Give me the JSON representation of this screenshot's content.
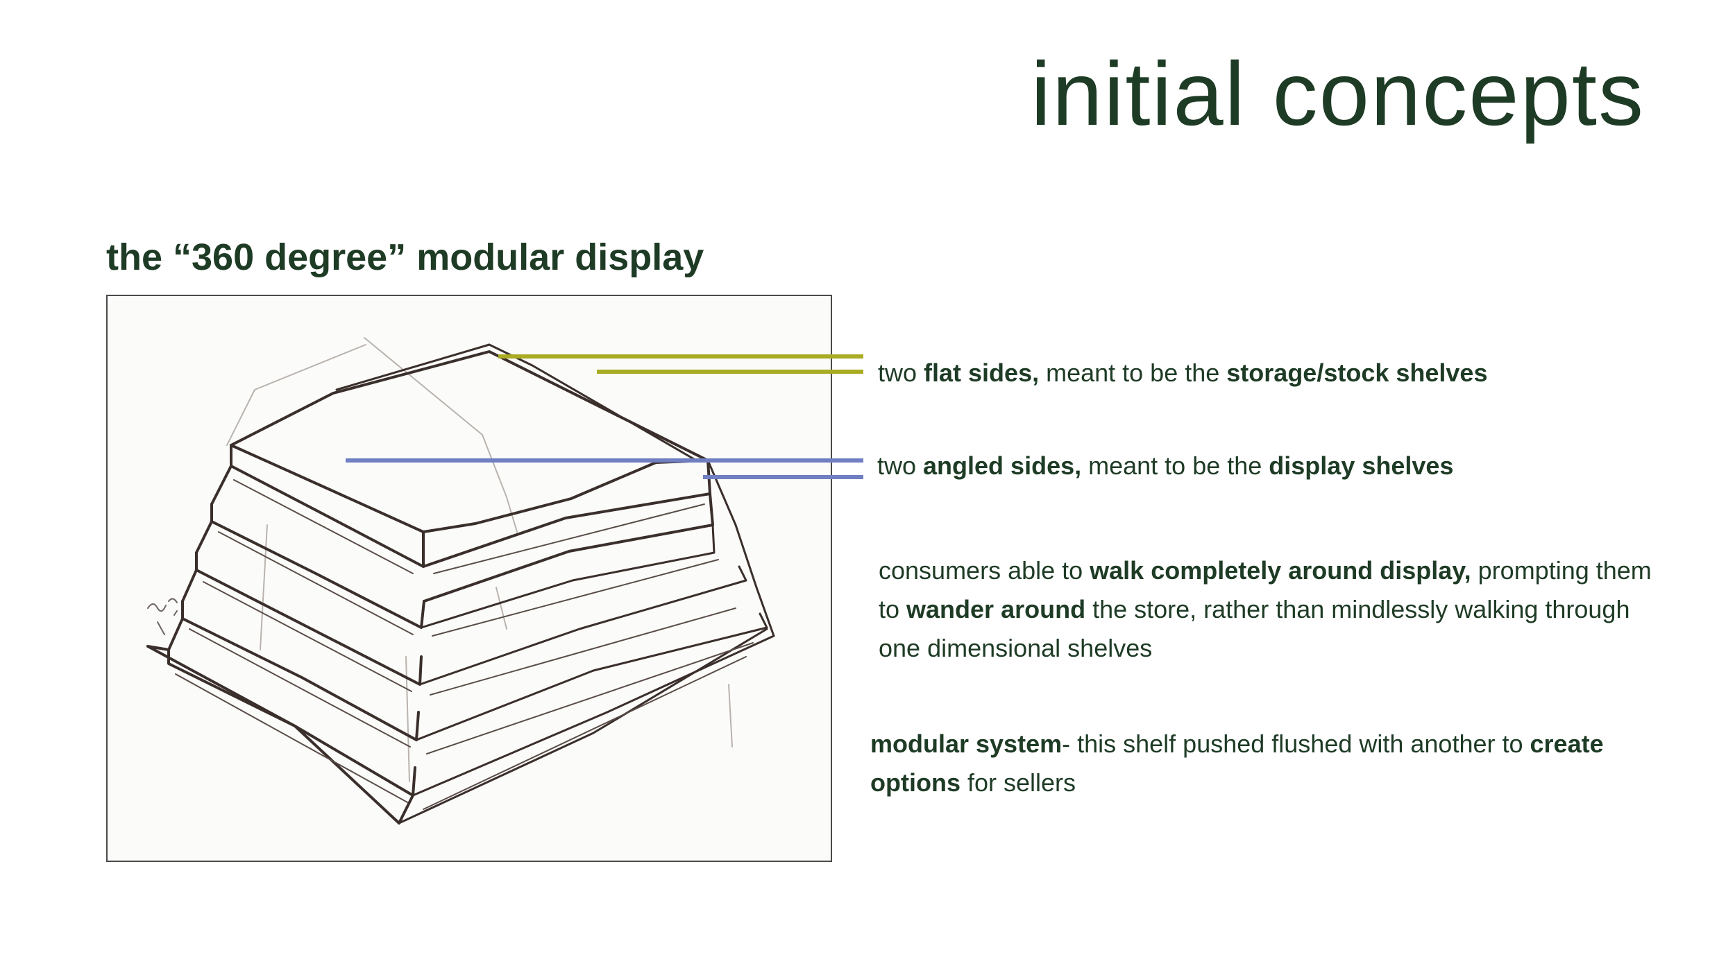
{
  "header": {
    "title": "initial concepts"
  },
  "section": {
    "subtitle": "the “360 degree” modular display"
  },
  "colors": {
    "text": "#1e3b25",
    "callout_flat": "#a9ab22",
    "callout_angled": "#6f7fc2"
  },
  "notes": [
    {
      "parts": [
        {
          "t": "two "
        },
        {
          "b": "flat sides,"
        },
        {
          "t": " meant to be the "
        },
        {
          "b": "storage/stock shelves"
        }
      ]
    },
    {
      "parts": [
        {
          "t": "two "
        },
        {
          "b": "angled sides,"
        },
        {
          "t": " meant to be the "
        },
        {
          "b": "display shelves"
        }
      ]
    },
    {
      "parts": [
        {
          "t": "consumers able to "
        },
        {
          "b": "walk completely around display,"
        },
        {
          "t": " prompting them to "
        },
        {
          "b": "wander around"
        },
        {
          "t": " the store, rather than mindlessly walking through one dimensional shelves"
        }
      ]
    },
    {
      "parts": [
        {
          "b": "modular system"
        },
        {
          "t": "- this shelf pushed flushed with another to "
        },
        {
          "b": "create options"
        },
        {
          "t": " for sellers"
        }
      ]
    }
  ]
}
